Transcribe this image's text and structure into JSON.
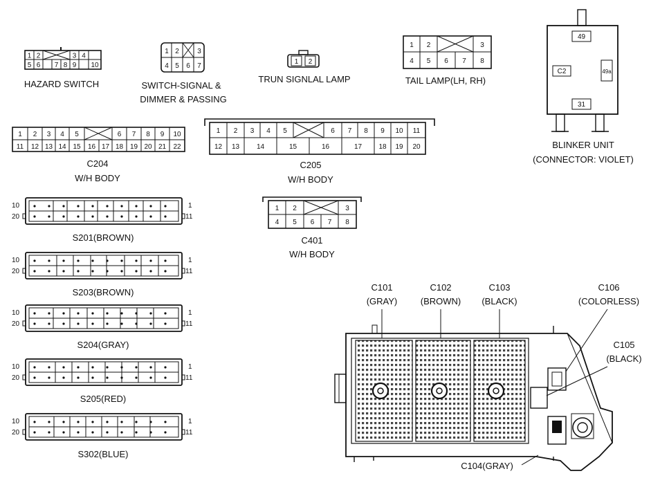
{
  "hazard": {
    "top": [
      "1",
      "2",
      "3",
      "4"
    ],
    "bottom": [
      "5",
      "6",
      "7",
      "8",
      "9",
      "10"
    ],
    "label": "HAZARD SWITCH"
  },
  "switch_signal": {
    "top": [
      "1",
      "2",
      "3"
    ],
    "bottom": [
      "4",
      "5",
      "6",
      "7"
    ],
    "label1": "SWITCH-SIGNAL &",
    "label2": "DIMMER & PASSING"
  },
  "trun": {
    "pins": [
      "1",
      "2"
    ],
    "label": "TRUN SIGNLAL LAMP"
  },
  "tail": {
    "top": [
      "1",
      "2",
      "3"
    ],
    "bottom": [
      "4",
      "5",
      "6",
      "7",
      "8"
    ],
    "label": "TAIL LAMP(LH, RH)"
  },
  "blinker": {
    "pins": [
      "49",
      "C2",
      "49a",
      "31"
    ],
    "label1": "BLINKER UNIT",
    "label2": "(CONNECTOR: VIOLET)"
  },
  "c204": {
    "top": [
      "1",
      "2",
      "3",
      "4",
      "5",
      "6",
      "7",
      "8",
      "9",
      "10"
    ],
    "bottom": [
      "11",
      "12",
      "13",
      "14",
      "15",
      "16",
      "17",
      "18",
      "19",
      "20",
      "21",
      "22"
    ],
    "label1": "C204",
    "label2": "W/H BODY"
  },
  "c205": {
    "top": [
      "1",
      "2",
      "3",
      "4",
      "5",
      "6",
      "7",
      "8",
      "9",
      "10",
      "11"
    ],
    "bottom": [
      "12",
      "13",
      "14",
      "15",
      "16",
      "17",
      "18",
      "19",
      "20"
    ],
    "label1": "C205",
    "label2": "W/H BODY"
  },
  "c401": {
    "top": [
      "1",
      "2",
      "3"
    ],
    "bottom": [
      "4",
      "5",
      "6",
      "7",
      "8"
    ],
    "label1": "C401",
    "label2": "W/H BODY"
  },
  "s_connectors": [
    {
      "label": "S201(BROWN)",
      "left_top": "10",
      "left_bottom": "20",
      "right_top": "1",
      "right_bottom": "11"
    },
    {
      "label": "S203(BROWN)",
      "left_top": "10",
      "left_bottom": "20",
      "right_top": "1",
      "right_bottom": "11"
    },
    {
      "label": "S204(GRAY)",
      "left_top": "10",
      "left_bottom": "20",
      "right_top": "1",
      "right_bottom": "11"
    },
    {
      "label": "S205(RED)",
      "left_top": "10",
      "left_bottom": "20",
      "right_top": "1",
      "right_bottom": "11"
    },
    {
      "label": "S302(BLUE)",
      "left_top": "10",
      "left_bottom": "20",
      "right_top": "1",
      "right_bottom": "11"
    }
  ],
  "fuse_block": {
    "c101": {
      "name": "C101",
      "color": "(GRAY)"
    },
    "c102": {
      "name": "C102",
      "color": "(BROWN)"
    },
    "c103": {
      "name": "C103",
      "color": "(BLACK)"
    },
    "c106": {
      "name": "C106",
      "color": "(COLORLESS)"
    },
    "c105": {
      "name": "C105",
      "color": "(BLACK)"
    },
    "c104": "C104(GRAY)"
  }
}
